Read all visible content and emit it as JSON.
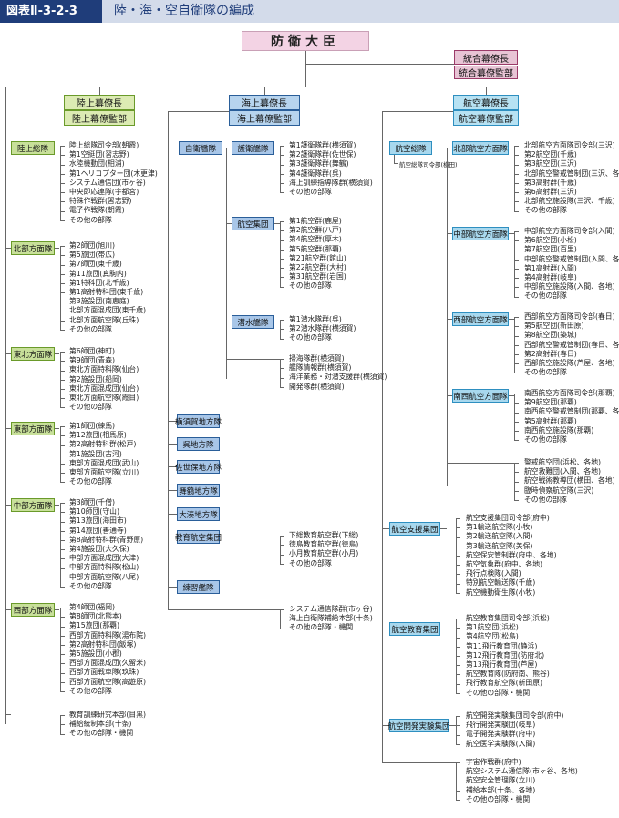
{
  "header": {
    "figure_no": "図表Ⅱ-3-2-3",
    "title": "陸・海・空自衛隊の編成"
  },
  "minister": "防衛大臣",
  "joint": {
    "staff": "統合幕僚長",
    "office": "統合幕僚監部"
  },
  "gsdf": {
    "staff": "陸上幕僚長",
    "office": "陸上幕僚監部",
    "units": [
      {
        "name": "陸上総隊",
        "items": [
          "陸上総隊司令部(朝霞)",
          "第1空挺団(習志野)",
          "水陸機動団(相浦)",
          "第1ヘリコプター団(木更津)",
          "システム通信団(市ヶ谷)",
          "中央即応連隊(宇都宮)",
          "特殊作戦群(習志野)",
          "電子作戦隊(朝霞)",
          "その他の部隊"
        ]
      },
      {
        "name": "北部方面隊",
        "items": [
          "第2師団(旭川)",
          "第5旅団(帯広)",
          "第7師団(東千歳)",
          "第11旅団(真駒内)",
          "第1特科団(北千歳)",
          "第1高射特科団(東千歳)",
          "第3施設団(南恵庭)",
          "北部方面混成団(東千歳)",
          "北部方面航空隊(丘珠)",
          "その他の部隊"
        ]
      },
      {
        "name": "東北方面隊",
        "items": [
          "第6師団(神町)",
          "第9師団(青森)",
          "東北方面特科隊(仙台)",
          "第2施設団(船岡)",
          "東北方面混成団(仙台)",
          "東北方面航空隊(霞目)",
          "その他の部隊"
        ]
      },
      {
        "name": "東部方面隊",
        "items": [
          "第1師団(練馬)",
          "第12旅団(相馬原)",
          "第2高射特科群(松戸)",
          "第1施設団(古河)",
          "東部方面混成団(武山)",
          "東部方面航空隊(立川)",
          "その他の部隊"
        ]
      },
      {
        "name": "中部方面隊",
        "items": [
          "第3師団(千僧)",
          "第10師団(守山)",
          "第13旅団(海田市)",
          "第14旅団(善通寺)",
          "第8高射特科群(青野原)",
          "第4施設団(大久保)",
          "中部方面混成団(大津)",
          "中部方面特科隊(松山)",
          "中部方面航空隊(八尾)",
          "その他の部隊"
        ]
      },
      {
        "name": "西部方面隊",
        "items": [
          "第4師団(福岡)",
          "第8師団(北熊本)",
          "第15旅団(那覇)",
          "西部方面特科隊(湯布院)",
          "第2高射特科団(飯塚)",
          "第5施設団(小郡)",
          "西部方面混成団(久留米)",
          "西部方面戦車隊(玖珠)",
          "西部方面航空隊(高遊原)",
          "その他の部隊"
        ]
      }
    ],
    "bottom": [
      "教育訓練研究本部(目黒)",
      "補給統制本部(十条)",
      "その他の部隊・機関"
    ]
  },
  "msdf": {
    "staff": "海上幕僚長",
    "office": "海上幕僚監部",
    "fleet": "自衛艦隊",
    "groups": [
      {
        "name": "護衛艦隊",
        "items": [
          "第1護衛隊群(横須賀)",
          "第2護衛隊群(佐世保)",
          "第3護衛隊群(舞鶴)",
          "第4護衛隊群(呉)",
          "海上訓練指導隊群(横須賀)",
          "その他の部隊"
        ]
      },
      {
        "name": "航空集団",
        "items": [
          "第1航空群(鹿屋)",
          "第2航空群(八戸)",
          "第4航空群(厚木)",
          "第5航空群(那覇)",
          "第21航空群(館山)",
          "第22航空群(大村)",
          "第31航空群(岩国)",
          "その他の部隊"
        ]
      },
      {
        "name": "潜水艦隊",
        "items": [
          "第1潜水隊群(呉)",
          "第2潜水隊群(横須賀)",
          "その他の部隊"
        ]
      }
    ],
    "fleet_items": [
      "掃海隊群(横須賀)",
      "艦隊情報群(横須賀)",
      "海洋業務・対潜支援群(横須賀)",
      "開発隊群(横須賀)"
    ],
    "districts": [
      "横須賀地方隊",
      "呉地方隊",
      "佐世保地方隊",
      "舞鶴地方隊",
      "大湊地方隊"
    ],
    "education": {
      "name": "教育航空集団",
      "items": [
        "下総教育航空群(下総)",
        "徳島教育航空群(徳島)",
        "小月教育航空群(小月)",
        "その他の部隊"
      ]
    },
    "training": "練習艦隊",
    "bottom": [
      "システム通信隊群(市ヶ谷)",
      "海上自衛隊補給本部(十条)",
      "その他の部隊・機関"
    ]
  },
  "asdf": {
    "staff": "航空幕僚長",
    "office": "航空幕僚監部",
    "command": "航空総隊",
    "command_hq": "航空総隊司令部(横田)",
    "forces": [
      {
        "name": "北部航空方面隊",
        "items": [
          "北部航空方面隊司令部(三沢)",
          "第2航空団(千歳)",
          "第3航空団(三沢)",
          "北部航空警戒管制団(三沢、各地)",
          "第3高射群(千歳)",
          "第6高射群(三沢)",
          "北部航空施設隊(三沢、千歳)",
          "その他の部隊"
        ]
      },
      {
        "name": "中部航空方面隊",
        "items": [
          "中部航空方面隊司令部(入間)",
          "第6航空団(小松)",
          "第7航空団(百里)",
          "中部航空警戒管制団(入間、各地)",
          "第1高射群(入間)",
          "第4高射群(岐阜)",
          "中部航空施設隊(入間、各地)",
          "その他の部隊"
        ]
      },
      {
        "name": "西部航空方面隊",
        "items": [
          "西部航空方面隊司令部(春日)",
          "第5航空団(新田原)",
          "第8航空団(築城)",
          "西部航空警戒管制団(春日、各地)",
          "第2高射群(春日)",
          "西部航空施設隊(芦屋、各地)",
          "その他の部隊"
        ]
      },
      {
        "name": "南西航空方面隊",
        "items": [
          "南西航空方面隊司令部(那覇)",
          "第9航空団(那覇)",
          "南西航空警戒管制団(那覇、各地)",
          "第5高射群(那覇)",
          "南西航空施設隊(那覇)",
          "その他の部隊"
        ]
      }
    ],
    "command_items": [
      "警戒航空団(浜松、各地)",
      "航空救難団(入間、各地)",
      "航空戦術教導団(横田、各地)",
      "臨時偵察航空隊(三沢)",
      "その他の部隊"
    ],
    "support": {
      "name": "航空支援集団",
      "items": [
        "航空支援集団司令部(府中)",
        "第1輸送航空隊(小牧)",
        "第2輸送航空隊(入間)",
        "第3輸送航空隊(美保)",
        "航空保安管制群(府中、各地)",
        "航空気象群(府中、各地)",
        "飛行点検隊(入間)",
        "特別航空輸送隊(千歳)",
        "航空機動衛生隊(小牧)"
      ]
    },
    "education": {
      "name": "航空教育集団",
      "items": [
        "航空教育集団司令部(浜松)",
        "第1航空団(浜松)",
        "第4航空団(松島)",
        "第11飛行教育団(静浜)",
        "第12飛行教育団(防府北)",
        "第13飛行教育団(芦屋)",
        "航空教育隊(防府南、熊谷)",
        "飛行教育航空隊(新田原)",
        "その他の部隊・機関"
      ]
    },
    "development": {
      "name": "航空開発実験集団",
      "items": [
        "航空開発実験集団司令部(府中)",
        "飛行開発実験団(岐阜)",
        "電子開発実験群(府中)",
        "航空医学実験隊(入間)"
      ]
    },
    "bottom": [
      "宇宙作戦群(府中)",
      "航空システム通信隊(市ヶ谷、各地)",
      "航空安全管理隊(立川)",
      "補給本部(十条、各地)",
      "その他の部隊・機関"
    ]
  }
}
